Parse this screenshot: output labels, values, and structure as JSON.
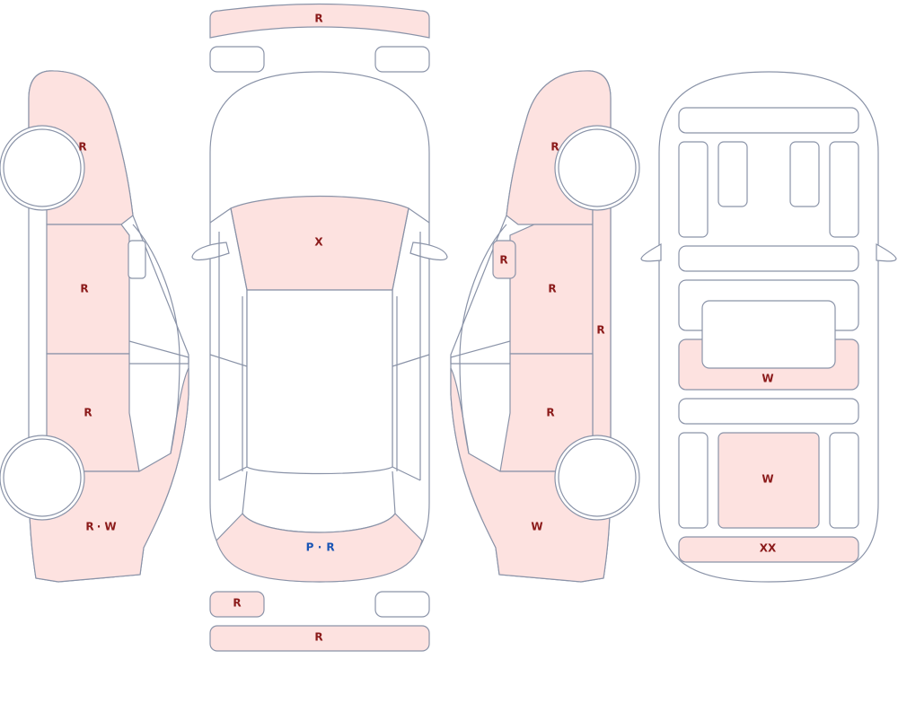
{
  "colors": {
    "outline": "#8a93a8",
    "damage_fill": "#fde2e0",
    "code_red": "#8b1a1a",
    "code_blue": "#1a55b5"
  },
  "labels": {
    "left_fender": "R",
    "left_front_door": "R",
    "left_rear_door": "R",
    "left_quarter_a": "R",
    "left_quarter_b": "W",
    "left_quarter_sep": "·",
    "front_bumper": "R",
    "hood": "X",
    "trunk_a": "P",
    "trunk_b": "R",
    "trunk_sep": "·",
    "rear_lamp": "R",
    "rear_bumper": "R",
    "right_fender": "R",
    "right_mirror": "R",
    "right_front_door": "R",
    "right_rocker": "R",
    "right_rear_door": "R",
    "right_quarter": "W",
    "under_panel_mid": "W",
    "under_panel_rear": "W",
    "under_rear_member": "XX"
  }
}
